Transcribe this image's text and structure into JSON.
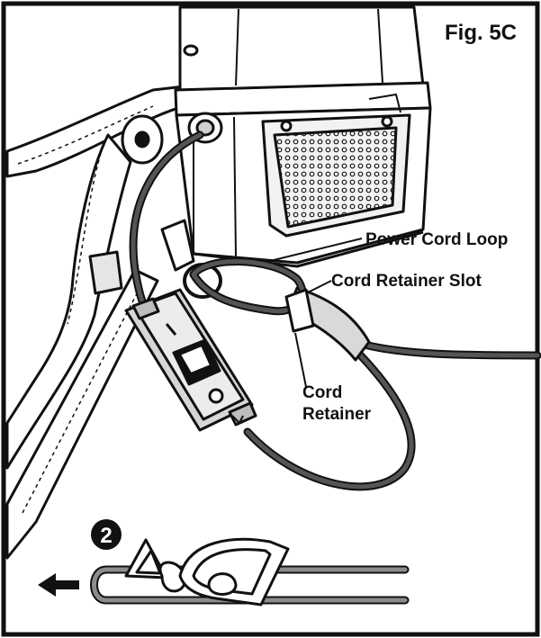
{
  "figure": {
    "label": "Fig. 5C",
    "step_number": "2"
  },
  "callouts": {
    "power_cord_loop": "Power Cord Loop",
    "cord_retainer_slot": "Cord Retainer Slot",
    "cord_retainer_line1": "Cord",
    "cord_retainer_line2": "Retainer"
  },
  "colors": {
    "line": "#111111",
    "cord": "#3a3a3a",
    "paper": "#ffffff",
    "shade": "#cfcfcf",
    "loop_gray": "#8c8c8c"
  },
  "icons": {
    "arrow": "arrow-left-icon",
    "switch": "rocker-switch-icon",
    "step_badge": "step-number-badge"
  }
}
